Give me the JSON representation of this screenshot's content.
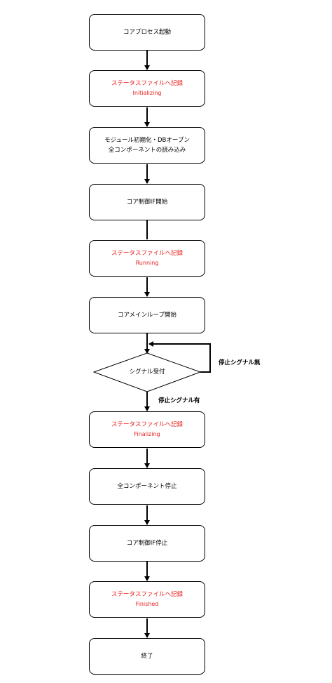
{
  "nodes": [
    {
      "id": "start",
      "lines": [
        "コアプロセス起動"
      ],
      "color": "#000000"
    },
    {
      "id": "status-init",
      "lines": [
        "ステータスファイルへ記録",
        "Initializing"
      ],
      "color": "#e8201e"
    },
    {
      "id": "load",
      "lines": [
        "モジュール初期化・DBオープン",
        "全コンポーネントの読み込み"
      ],
      "color": "#000000"
    },
    {
      "id": "core-if",
      "lines": [
        "コア制御IF開始"
      ],
      "color": "#000000"
    },
    {
      "id": "status-run",
      "lines": [
        "ステータスファイルへ記録",
        "Running"
      ],
      "color": "#e8201e"
    },
    {
      "id": "main-loop",
      "lines": [
        "コアメインループ開始"
      ],
      "color": "#000000"
    },
    {
      "id": "status-fin",
      "lines": [
        "ステータスファイルへ記録",
        "Finalizing"
      ],
      "color": "#e8201e"
    },
    {
      "id": "stop-all",
      "lines": [
        "全コンポーネント停止"
      ],
      "color": "#000000"
    },
    {
      "id": "stop-if",
      "lines": [
        "コア制御IF停止"
      ],
      "color": "#000000"
    },
    {
      "id": "status-done",
      "lines": [
        "ステータスファイルへ記録",
        "Finished"
      ],
      "color": "#e8201e"
    },
    {
      "id": "end",
      "lines": [
        "終了"
      ],
      "color": "#000000"
    }
  ],
  "decision": {
    "label": "シグナル受付"
  },
  "edge_labels": {
    "no_stop": "停止シグナル無",
    "stop": "停止シグナル有"
  }
}
